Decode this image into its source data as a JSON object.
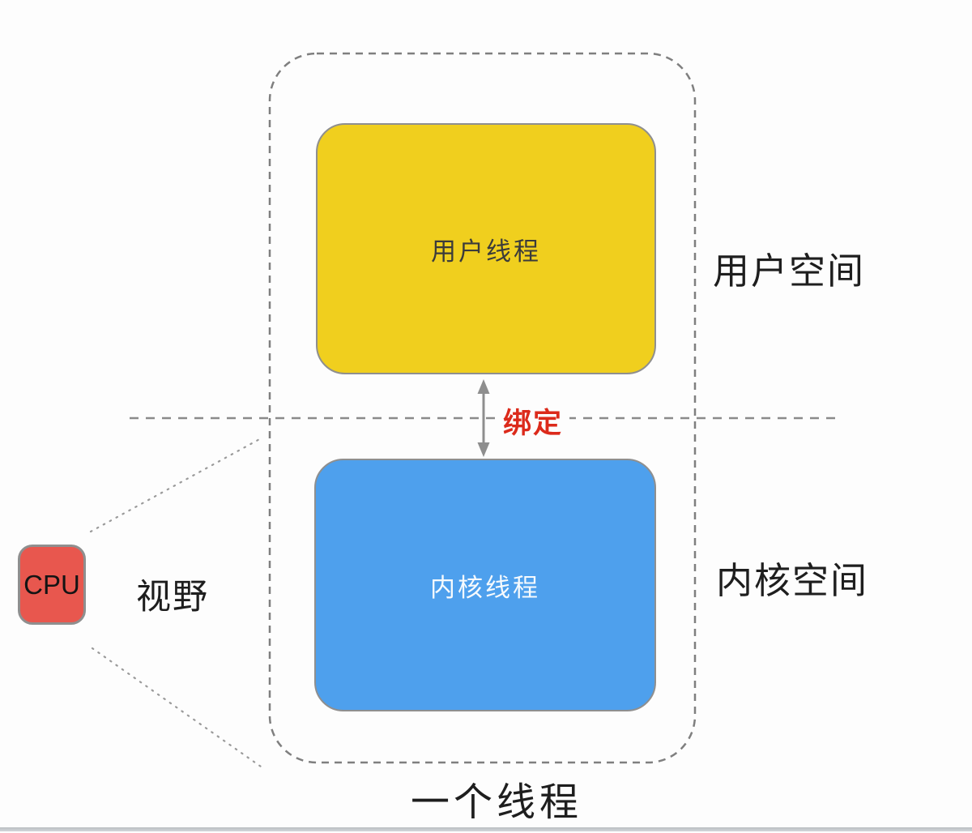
{
  "diagram": {
    "caption": "一个线程",
    "regions": {
      "user_space_label": "用户空间",
      "kernel_space_label": "内核空间"
    },
    "boxes": {
      "user_thread": {
        "label": "用户线程",
        "fill": "#F0CF1E",
        "text_color": "#3b3b3b"
      },
      "kernel_thread": {
        "label": "内核线程",
        "fill": "#4EA0ED",
        "text_color": "#f6fafd"
      },
      "cpu": {
        "label": "CPU",
        "fill": "#E8574E",
        "text_color": "#141414"
      }
    },
    "bind_label": {
      "text": "绑定",
      "color": "#DC2A1B"
    },
    "view_label": "视野",
    "colors": {
      "container_dash": "#7f7f7f",
      "divider_dash": "#8a8a8a",
      "view_cone_dots": "#9a9a9a",
      "arrow": "#8e8e8e",
      "box_border": "#8f8f8f",
      "background": "#fdfdfd",
      "bottom_bar": "#c5c9cd"
    }
  }
}
